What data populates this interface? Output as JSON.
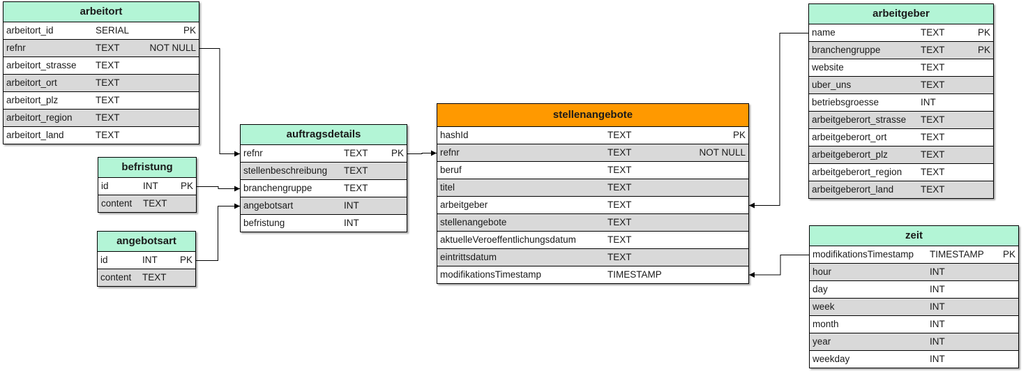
{
  "colors": {
    "header_default": "#b3f5d6",
    "header_main": "#ff9900",
    "row_alt": "#d9d9d9",
    "border": "#000000"
  },
  "tables": {
    "arbeitort": {
      "title": "arbeitort",
      "rows": [
        {
          "name": "arbeitort_id",
          "type": "SERIAL",
          "key": "PK"
        },
        {
          "name": "refnr",
          "type": "TEXT",
          "key": "NOT NULL"
        },
        {
          "name": "arbeitort_strasse",
          "type": "TEXT",
          "key": ""
        },
        {
          "name": "arbeitort_ort",
          "type": "TEXT",
          "key": ""
        },
        {
          "name": "arbeitort_plz",
          "type": "TEXT",
          "key": ""
        },
        {
          "name": "arbeitort_region",
          "type": "TEXT",
          "key": ""
        },
        {
          "name": "arbeitort_land",
          "type": "TEXT",
          "key": ""
        }
      ]
    },
    "befristung": {
      "title": "befristung",
      "rows": [
        {
          "name": "id",
          "type": "INT",
          "key": "PK"
        },
        {
          "name": "content",
          "type": "TEXT",
          "key": ""
        }
      ]
    },
    "angebotsart": {
      "title": "angebotsart",
      "rows": [
        {
          "name": "id",
          "type": "INT",
          "key": "PK"
        },
        {
          "name": "content",
          "type": "TEXT",
          "key": ""
        }
      ]
    },
    "auftragsdetails": {
      "title": "auftragsdetails",
      "rows": [
        {
          "name": "refnr",
          "type": "TEXT",
          "key": "PK"
        },
        {
          "name": "stellenbeschreibung",
          "type": "TEXT",
          "key": ""
        },
        {
          "name": "branchengruppe",
          "type": "TEXT",
          "key": ""
        },
        {
          "name": "angebotsart",
          "type": "INT",
          "key": ""
        },
        {
          "name": "befristung",
          "type": "INT",
          "key": ""
        }
      ]
    },
    "stellenangebote": {
      "title": "stellenangebote",
      "rows": [
        {
          "name": "hashId",
          "type": "TEXT",
          "key": "PK"
        },
        {
          "name": "refnr",
          "type": "TEXT",
          "key": "NOT NULL"
        },
        {
          "name": "beruf",
          "type": "TEXT",
          "key": ""
        },
        {
          "name": "titel",
          "type": "TEXT",
          "key": ""
        },
        {
          "name": "arbeitgeber",
          "type": "TEXT",
          "key": ""
        },
        {
          "name": "stellenangebote",
          "type": "TEXT",
          "key": ""
        },
        {
          "name": "aktuelleVeroeffentlichungsdatum",
          "type": "TEXT",
          "key": ""
        },
        {
          "name": "eintrittsdatum",
          "type": "TEXT",
          "key": ""
        },
        {
          "name": "modifikationsTimestamp",
          "type": "TIMESTAMP",
          "key": ""
        }
      ]
    },
    "arbeitgeber": {
      "title": "arbeitgeber",
      "rows": [
        {
          "name": "name",
          "type": "TEXT",
          "key": "PK"
        },
        {
          "name": "branchengruppe",
          "type": "TEXT",
          "key": "PK"
        },
        {
          "name": "website",
          "type": "TEXT",
          "key": ""
        },
        {
          "name": "uber_uns",
          "type": "TEXT",
          "key": ""
        },
        {
          "name": "betriebsgroesse",
          "type": "INT",
          "key": ""
        },
        {
          "name": "arbeitgeberort_strasse",
          "type": "TEXT",
          "key": ""
        },
        {
          "name": "arbeitgeberort_ort",
          "type": "TEXT",
          "key": ""
        },
        {
          "name": "arbeitgeberort_plz",
          "type": "TEXT",
          "key": ""
        },
        {
          "name": "arbeitgeberort_region",
          "type": "TEXT",
          "key": ""
        },
        {
          "name": "arbeitgeberort_land",
          "type": "TEXT",
          "key": ""
        }
      ]
    },
    "zeit": {
      "title": "zeit",
      "rows": [
        {
          "name": "modifikationsTimestamp",
          "type": "TIMESTAMP",
          "key": "PK"
        },
        {
          "name": "hour",
          "type": "INT",
          "key": ""
        },
        {
          "name": "day",
          "type": "INT",
          "key": ""
        },
        {
          "name": "week",
          "type": "INT",
          "key": ""
        },
        {
          "name": "month",
          "type": "INT",
          "key": ""
        },
        {
          "name": "year",
          "type": "INT",
          "key": ""
        },
        {
          "name": "weekday",
          "type": "INT",
          "key": ""
        }
      ]
    }
  },
  "relations": [
    {
      "from": "arbeitort.refnr",
      "to": "auftragsdetails.refnr"
    },
    {
      "from": "befristung.id",
      "to": "auftragsdetails.branchengruppe"
    },
    {
      "from": "angebotsart.id",
      "to": "auftragsdetails.angebotsart"
    },
    {
      "from": "auftragsdetails.refnr",
      "to": "stellenangebote.refnr"
    },
    {
      "from": "arbeitgeber.name",
      "to": "stellenangebote.arbeitgeber"
    },
    {
      "from": "zeit.modifikationsTimestamp",
      "to": "stellenangebote.modifikationsTimestamp"
    }
  ]
}
